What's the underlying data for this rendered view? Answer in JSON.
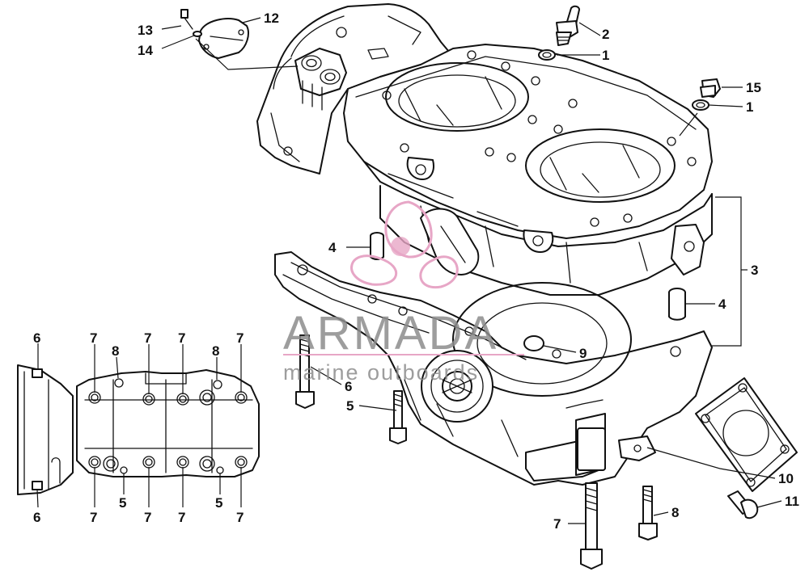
{
  "diagram": {
    "type": "exploded-parts-view",
    "subject": "crankcase assembly",
    "callouts": [
      {
        "id": "c13a",
        "label": "13"
      },
      {
        "id": "c14",
        "label": "14"
      },
      {
        "id": "c12",
        "label": "12"
      },
      {
        "id": "c2",
        "label": "2"
      },
      {
        "id": "c1a",
        "label": "1"
      },
      {
        "id": "c15",
        "label": "15"
      },
      {
        "id": "c1b",
        "label": "1"
      },
      {
        "id": "c3",
        "label": "3"
      },
      {
        "id": "c4a",
        "label": "4"
      },
      {
        "id": "c4b",
        "label": "4"
      },
      {
        "id": "c9",
        "label": "9"
      },
      {
        "id": "c6a",
        "label": "6"
      },
      {
        "id": "c5a",
        "label": "5"
      },
      {
        "id": "c10",
        "label": "10"
      },
      {
        "id": "c11",
        "label": "11"
      },
      {
        "id": "c7a",
        "label": "7"
      },
      {
        "id": "c8a",
        "label": "8"
      }
    ],
    "plan_callouts": [
      {
        "id": "p6t",
        "label": "6"
      },
      {
        "id": "p7a",
        "label": "7"
      },
      {
        "id": "p8a",
        "label": "8"
      },
      {
        "id": "p7b",
        "label": "7"
      },
      {
        "id": "p7c",
        "label": "7"
      },
      {
        "id": "p8b",
        "label": "8"
      },
      {
        "id": "p7d",
        "label": "7"
      },
      {
        "id": "p6b",
        "label": "6"
      },
      {
        "id": "p7e",
        "label": "7"
      },
      {
        "id": "p5a",
        "label": "5"
      },
      {
        "id": "p7f",
        "label": "7"
      },
      {
        "id": "p7g",
        "label": "7"
      },
      {
        "id": "p5b",
        "label": "5"
      },
      {
        "id": "p7h",
        "label": "7"
      }
    ]
  },
  "watermark": {
    "brand": "ARMADA",
    "tagline": "marine outboards",
    "color": "#8c8c8c",
    "logo_color": "#e7a6c6"
  },
  "colors": {
    "line": "#111111",
    "background": "#ffffff"
  }
}
